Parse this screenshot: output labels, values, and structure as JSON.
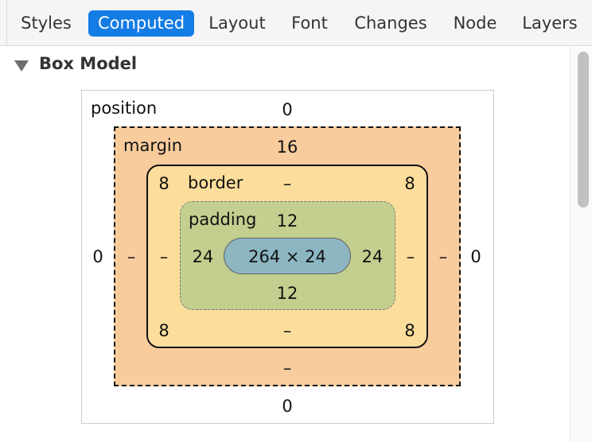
{
  "tabs": [
    {
      "label": "Styles",
      "active": false
    },
    {
      "label": "Computed",
      "active": true
    },
    {
      "label": "Layout",
      "active": false
    },
    {
      "label": "Font",
      "active": false
    },
    {
      "label": "Changes",
      "active": false
    },
    {
      "label": "Node",
      "active": false
    },
    {
      "label": "Layers",
      "active": false
    }
  ],
  "section": {
    "title": "Box Model",
    "expanded": true
  },
  "box_model": {
    "position": {
      "label": "position",
      "top": "0",
      "right": "0",
      "bottom": "0",
      "left": "0"
    },
    "margin": {
      "label": "margin",
      "top": "16",
      "right": "–",
      "bottom": "–",
      "left": "–"
    },
    "border": {
      "label": "border",
      "top": "–",
      "right": "–",
      "bottom": "–",
      "left": "–",
      "top_left": "8",
      "top_right": "8",
      "bottom_left": "8",
      "bottom_right": "8"
    },
    "padding": {
      "label": "padding",
      "top": "12",
      "right": "24",
      "bottom": "12",
      "left": "24"
    },
    "content": "264 × 24"
  },
  "colors": {
    "active_tab": "#147ce5",
    "margin": "#f9cc9d",
    "border": "#fddd9b",
    "padding": "#c3cf8f",
    "content": "#8cb6c2"
  }
}
